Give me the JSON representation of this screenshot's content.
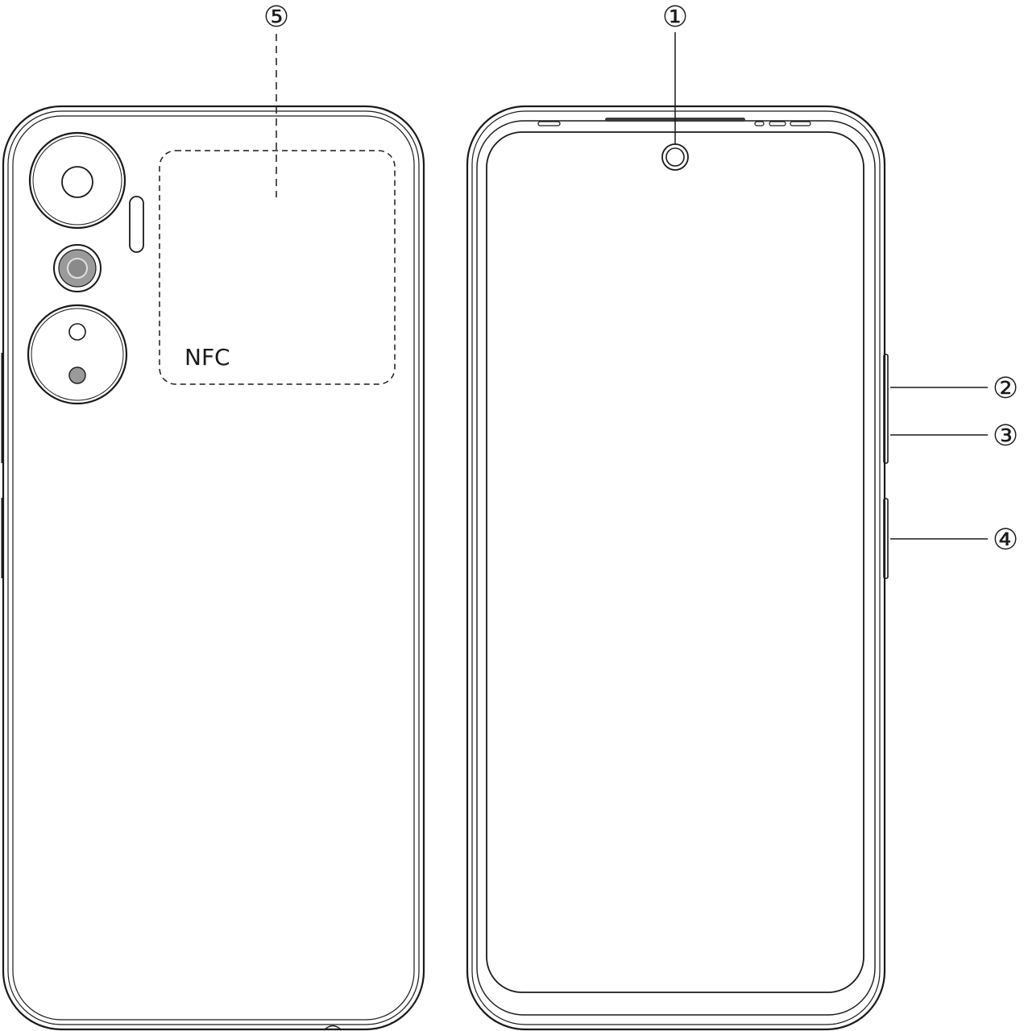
{
  "diagram": {
    "nfc_label": "NFC",
    "callouts": {
      "front_camera": "①",
      "volume_up": "②",
      "volume_down": "③",
      "power_key": "④",
      "nfc_area": "⑤"
    }
  }
}
